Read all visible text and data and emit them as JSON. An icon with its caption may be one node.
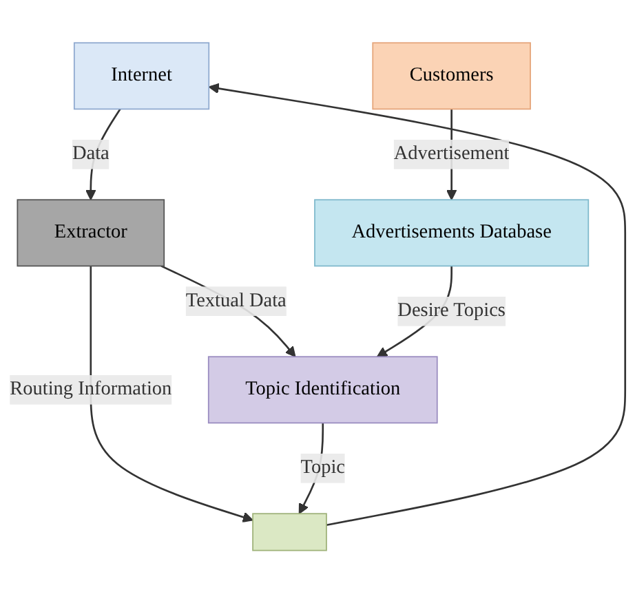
{
  "diagram": {
    "nodes": [
      {
        "text": [
          "Internet"
        ]
      },
      {
        "text": [
          "Extractor"
        ]
      },
      {
        "text": [
          "Customers"
        ]
      },
      {
        "text": [],
        "shape": "box"
      },
      {
        "text": [
          "Topic Identification"
        ]
      },
      {
        "text": [
          "Advertisements Database"
        ]
      }
    ],
    "edges": [
      {
        "from": 0,
        "to": 1,
        "arrow": "to",
        "label": "Data"
      },
      {
        "from": 1,
        "to": 3,
        "arrow": "to",
        "label": "Routing Information"
      },
      {
        "from": 1,
        "to": 4,
        "arrow": "to",
        "label": "Textual Data"
      },
      {
        "from": 2,
        "to": 5,
        "arrow": "to",
        "label": "Advertisement"
      },
      {
        "from": 5,
        "to": 4,
        "arrow": "to",
        "label": "Desire Topics"
      },
      {
        "from": 4,
        "to": 3,
        "arrow": "to",
        "label": "Topic"
      },
      {
        "from": 3,
        "to": 0,
        "arrow": "to"
      }
    ]
  }
}
